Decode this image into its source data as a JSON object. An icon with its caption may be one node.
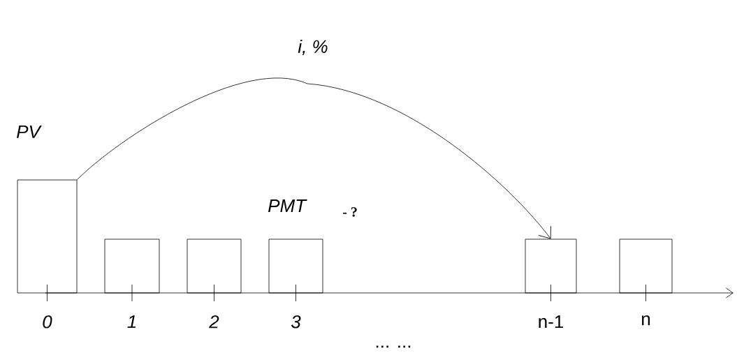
{
  "diagram": {
    "nodes": [
      {
        "text": [
          "PV"
        ],
        "beside": [
          "0"
        ]
      },
      {
        "text": [],
        "shape": "box",
        "beside": [
          "1"
        ]
      },
      {
        "text": [],
        "shape": "box",
        "beside": [
          "2"
        ]
      },
      {
        "text": [],
        "shape": "box",
        "beside": [
          "3"
        ]
      },
      {
        "text": [],
        "shape": "box",
        "beside": [
          "n-1"
        ]
      },
      {
        "text": [],
        "shape": "box",
        "beside": [
          "n"
        ]
      }
    ],
    "edges": [
      {
        "from": 0,
        "to": 4,
        "arrow": "to"
      }
    ],
    "labels": [
      "i, %",
      "PMT",
      "- ?",
      "... ..."
    ]
  }
}
